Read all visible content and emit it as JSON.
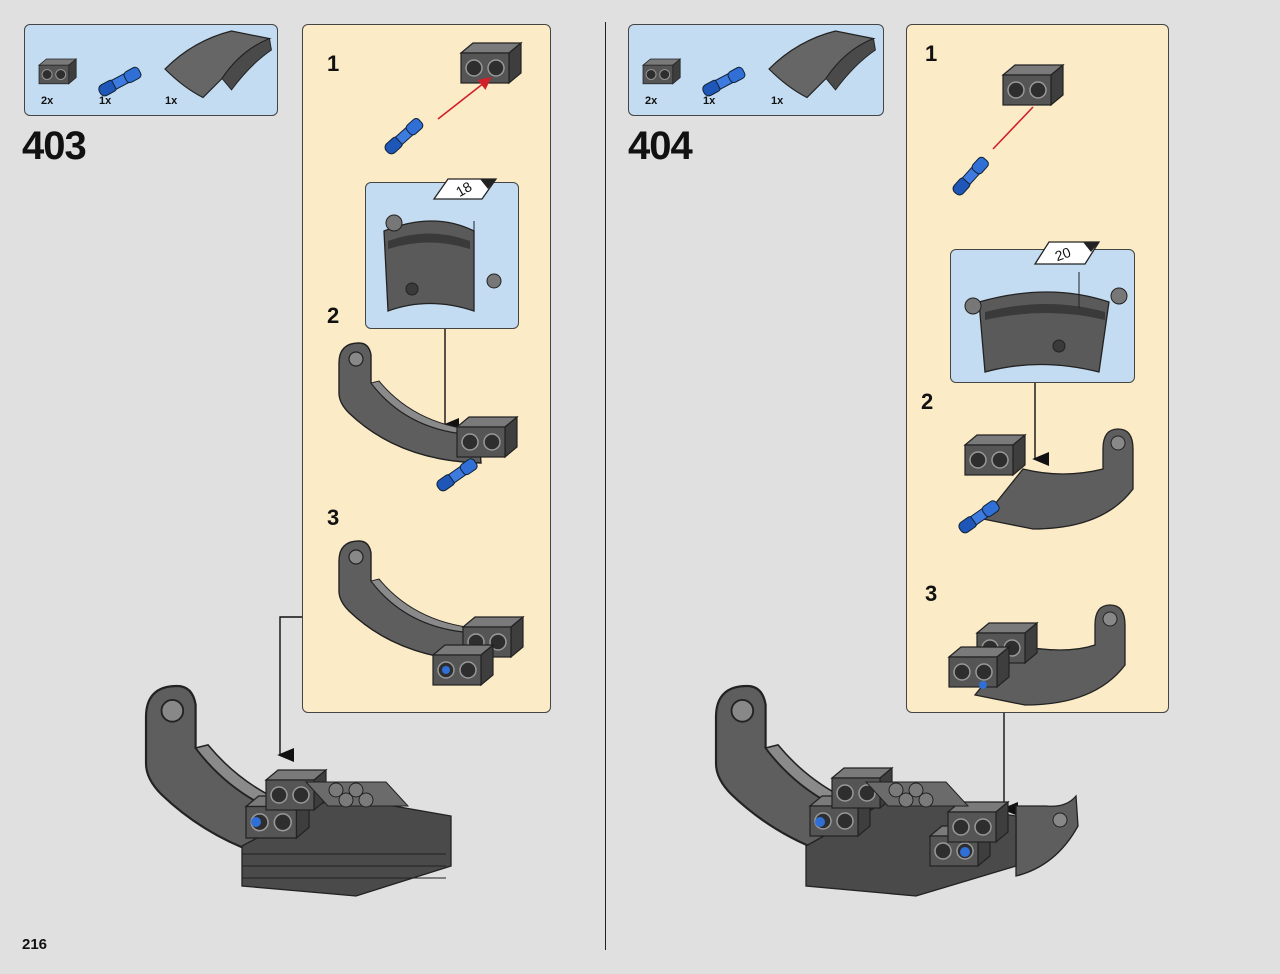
{
  "page_number": "216",
  "colors": {
    "background": "#e0e0e0",
    "parts_box": "#c3dcf2",
    "sub_panel": "#fcebc7",
    "dark_gray_part": "#5e5e5e",
    "blue_pin": "#2f6fd6",
    "red_arrow": "#d0202a"
  },
  "steps": [
    {
      "number": "403",
      "parts": [
        {
          "icon": "technic-brick-icon",
          "qty": "2x"
        },
        {
          "icon": "blue-axle-pin-icon",
          "qty": "1x"
        },
        {
          "icon": "curved-panel-icon",
          "qty": "1x"
        }
      ],
      "sub_steps": [
        {
          "number": "1"
        },
        {
          "number": "2",
          "rotate_label": "18"
        },
        {
          "number": "3"
        }
      ]
    },
    {
      "number": "404",
      "parts": [
        {
          "icon": "technic-brick-icon",
          "qty": "2x"
        },
        {
          "icon": "blue-axle-pin-icon",
          "qty": "1x"
        },
        {
          "icon": "curved-panel-icon",
          "qty": "1x"
        }
      ],
      "sub_steps": [
        {
          "number": "1"
        },
        {
          "number": "2",
          "rotate_label": "20"
        },
        {
          "number": "3"
        }
      ]
    }
  ]
}
